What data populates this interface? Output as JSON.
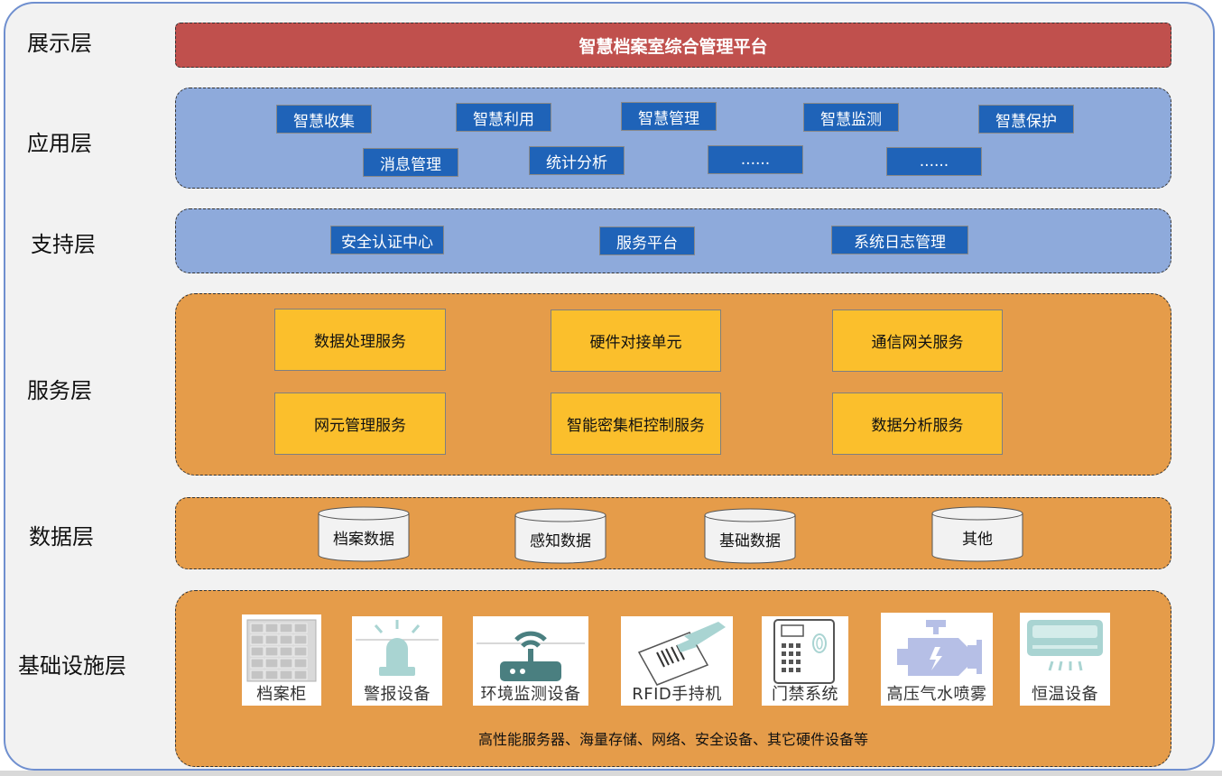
{
  "layers": {
    "display": "展示层",
    "application": "应用层",
    "support": "支持层",
    "service": "服务层",
    "data": "数据层",
    "infrastructure": "基础设施层"
  },
  "display": {
    "title": "智慧档案室综合管理平台"
  },
  "application": {
    "row1": [
      "智慧收集",
      "智慧利用",
      "智慧管理",
      "智慧监测",
      "智慧保护"
    ],
    "row2": [
      "消息管理",
      "统计分析",
      "......",
      "......"
    ]
  },
  "support": {
    "items": [
      "安全认证中心",
      "服务平台",
      "系统日志管理"
    ]
  },
  "service": {
    "row1": [
      "数据处理服务",
      "硬件对接单元",
      "通信网关服务"
    ],
    "row2": [
      "网元管理服务",
      "智能密集柜控制服务",
      "数据分析服务"
    ]
  },
  "data": {
    "items": [
      "档案数据",
      "感知数据",
      "基础数据",
      "其他"
    ]
  },
  "infrastructure": {
    "devices": [
      {
        "label": "档案柜",
        "icon": "archive-cabinet-icon"
      },
      {
        "label": "警报设备",
        "icon": "alarm-light-icon"
      },
      {
        "label": "环境监测设备",
        "icon": "wifi-router-icon"
      },
      {
        "label": "RFID手持机",
        "icon": "rfid-scanner-icon"
      },
      {
        "label": "门禁系统",
        "icon": "access-control-icon"
      },
      {
        "label": "高压气水喷雾",
        "icon": "engine-sprayer-icon"
      },
      {
        "label": "恒温设备",
        "icon": "air-conditioner-icon"
      }
    ],
    "footnote": "高性能服务器、海量存储、网络、安全设备、其它硬件设备等"
  },
  "colors": {
    "display_band": "#c0504d",
    "blue_band": "#8eaadb",
    "orange_band": "#e59c4a",
    "blue_box": "#1f63b8",
    "yellow_box": "#fbbf2c",
    "icon_tint": "#a9d4d2",
    "frame_border": "#6f8fcf"
  }
}
